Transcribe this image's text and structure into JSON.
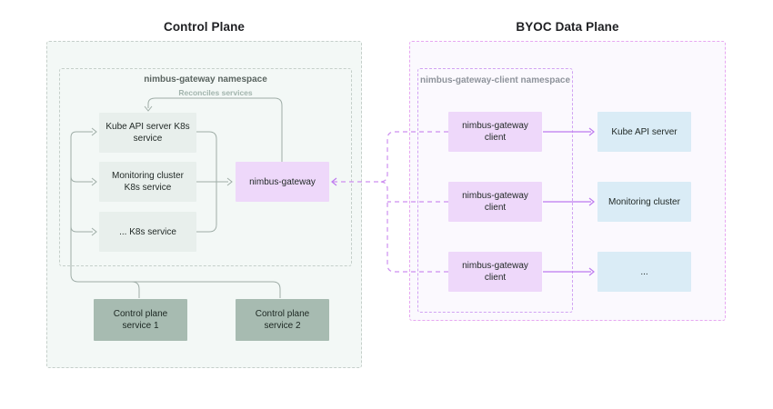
{
  "colors": {
    "title-color": "#202124",
    "left-dash": "#c5cfca",
    "left-bg": "#f3f8f6",
    "left-line": "#9fada7",
    "service-box-bg": "#e8efec",
    "gateway-box-bg": "#eed8fa",
    "cp-service-bg": "#a7bbb1",
    "right-outer-dash": "#e7a7f1",
    "right-inner-dash": "#d1a3f3",
    "right-bg": "#fbf9fe",
    "client-box-bg": "#eed8fa",
    "target-box-bg": "#daecf6",
    "purple-line": "#bd7af0",
    "purple-dash": "#cd8ff0",
    "ns-label-left": "#5b6561",
    "ns-label-right": "#8e939b",
    "reconciles-color": "#a2b4ad",
    "box-text": "#1f2724"
  },
  "control_plane": {
    "title": "Control Plane",
    "namespace_label": "nimbus-gateway namespace",
    "reconciles_label": "Reconciles services",
    "services": [
      "Kube API server K8s service",
      "Monitoring cluster K8s service",
      "... K8s service"
    ],
    "gateway_label": "nimbus-gateway",
    "bottom_services": [
      "Control plane service 1",
      "Control plane service 2"
    ]
  },
  "data_plane": {
    "title": "BYOC Data Plane",
    "namespace_label": "nimbus-gateway-client namespace",
    "clients": [
      "nimbus-gateway client",
      "nimbus-gateway client",
      "nimbus-gateway client"
    ],
    "targets": [
      "Kube API server",
      "Monitoring cluster",
      "..."
    ]
  }
}
